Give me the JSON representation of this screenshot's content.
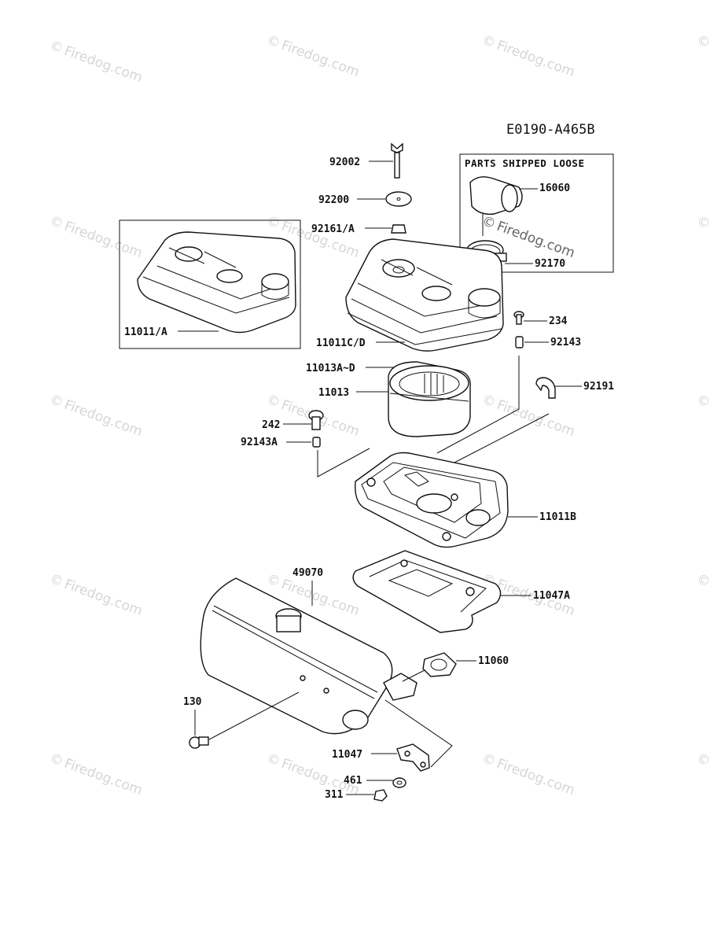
{
  "diagram": {
    "code": "E0190-A465B",
    "box_title": "PARTS SHIPPED LOOSE",
    "watermark": "Firedog.com",
    "watermark_symbol": "©",
    "parts": {
      "p92002": "92002",
      "p92200": "92200",
      "p92161a": "92161/A",
      "p16060": "16060",
      "p92170": "92170",
      "p11011a": "11011/A",
      "p11011cd": "11011C/D",
      "p234": "234",
      "p92143": "92143",
      "p11013ad": "11013A~D",
      "p11013": "11013",
      "p92191": "92191",
      "p242": "242",
      "p92143a": "92143A",
      "p11011b": "11011B",
      "p49070": "49070",
      "p11047a": "11047A",
      "p11060": "11060",
      "p130": "130",
      "p11047": "11047",
      "p461": "461",
      "p311": "311"
    }
  }
}
